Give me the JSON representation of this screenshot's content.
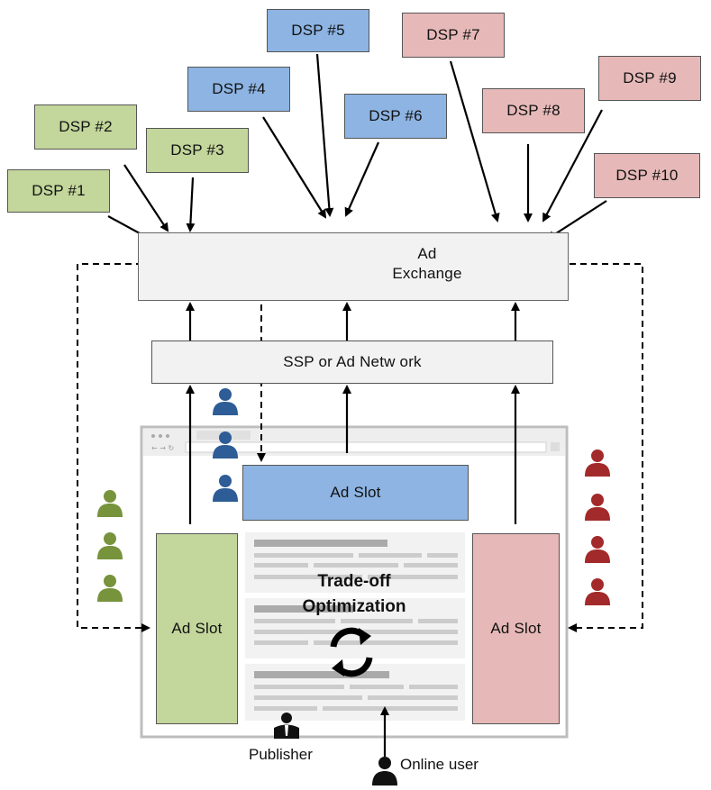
{
  "dsps": [
    {
      "label": "DSP #1",
      "group": "green"
    },
    {
      "label": "DSP #2",
      "group": "green"
    },
    {
      "label": "DSP #3",
      "group": "green"
    },
    {
      "label": "DSP #4",
      "group": "blue"
    },
    {
      "label": "DSP #5",
      "group": "blue"
    },
    {
      "label": "DSP #6",
      "group": "blue"
    },
    {
      "label": "DSP #7",
      "group": "red"
    },
    {
      "label": "DSP #8",
      "group": "red"
    },
    {
      "label": "DSP #9",
      "group": "red"
    },
    {
      "label": "DSP #10",
      "group": "red"
    }
  ],
  "exchange": {
    "line1": "Ad",
    "line2": "Exchange"
  },
  "ssp": {
    "label": "SSP or Ad Netw ork"
  },
  "slots": {
    "top": "Ad Slot",
    "left": "Ad Slot",
    "right": "Ad Slot"
  },
  "center": {
    "line1": "Trade-off",
    "line2": "Optimization"
  },
  "publisher": {
    "label": "Publisher"
  },
  "user": {
    "label": "Online user"
  },
  "colors": {
    "green": "#c3d69b",
    "blue": "#8db4e2",
    "red": "#e6b9b8",
    "green_icon": "#77933c",
    "blue_icon": "#2e5c96",
    "red_icon": "#a32a2a"
  }
}
